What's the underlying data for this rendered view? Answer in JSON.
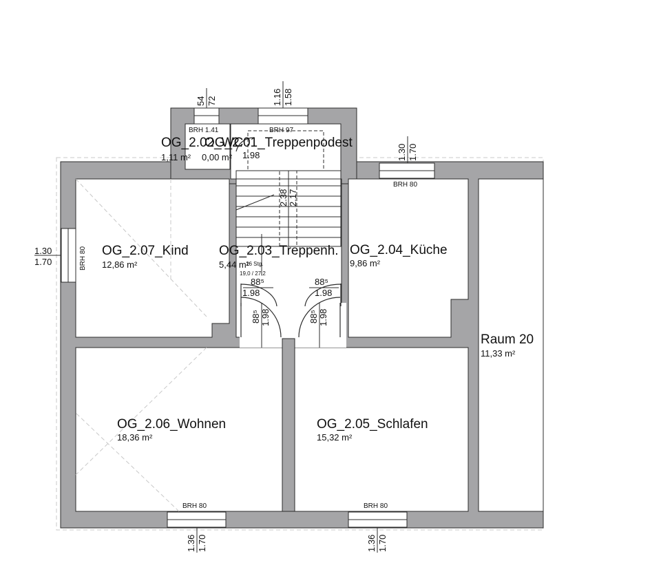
{
  "rooms": {
    "wc": {
      "name": "OG_2.02_WC",
      "area": "1,11 m²"
    },
    "podest": {
      "name": "OG_2.01_Treppenpodest",
      "area": "0,00 m²"
    },
    "kind": {
      "name": "OG_2.07_Kind",
      "area": "12,86 m²"
    },
    "treppe": {
      "name": "OG_2.03_Treppenh.",
      "area": "5,44 m²"
    },
    "kueche": {
      "name": "OG_2.04_Küche",
      "area": "9,86 m²"
    },
    "raum20": {
      "name": "Raum 20",
      "area": "11,33 m²"
    },
    "wohnen": {
      "name": "OG_2.06_Wohnen",
      "area": "18,36 m²"
    },
    "schlafen": {
      "name": "OG_2.05_Schlafen",
      "area": "15,32 m²"
    }
  },
  "brh": {
    "wc": "BRH 1.41",
    "podest": "BRH 97",
    "kueche": "BRH 80",
    "kind": "BRH 80",
    "wohnen": "BRH 80",
    "schlafen": "BRH 80"
  },
  "window_dims": {
    "wc_a": "54",
    "wc_b": "72",
    "podest_a": "1.16",
    "podest_b": "1.58",
    "kueche_a": "1.30",
    "kueche_b": "1.70",
    "kind_a": "1.30",
    "kind_b": "1.70",
    "wohnen_a": "1.36",
    "wohnen_b": "1.70",
    "schlafen_a": "1.36",
    "schlafen_b": "1.70"
  },
  "door_dims": {
    "podest_door": "1.98",
    "kind_w": "88⁵",
    "kind_h": "1.98",
    "kueche_w": "88⁵",
    "kueche_h": "1.98",
    "wohnen_w": "88⁵",
    "wohnen_h": "1.98",
    "schlafen_w": "88⁵",
    "schlafen_h": "1.98"
  },
  "stair": {
    "steps": "16 Stg.",
    "ratio": "19,0 / 27,2",
    "dim_a": "2.38",
    "dim_b": "2.17"
  }
}
